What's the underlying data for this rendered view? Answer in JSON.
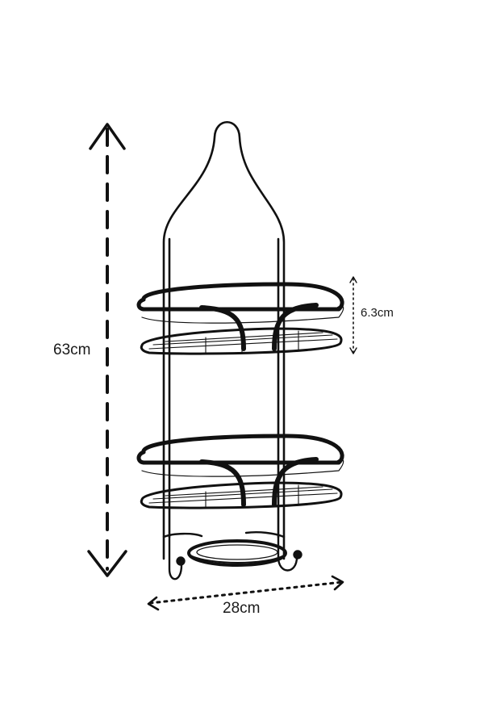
{
  "product": {
    "type": "shower caddy",
    "colors": {
      "frame": "#111111",
      "background": "#ffffff",
      "text": "#1a1a1a"
    }
  },
  "dimensions": {
    "height": {
      "label": "63cm",
      "style": "dashed-arrow"
    },
    "shelf_depth": {
      "label": "6.3cm",
      "style": "dotted-arrow"
    },
    "width": {
      "label": "28cm",
      "style": "dotted-arrow"
    }
  }
}
